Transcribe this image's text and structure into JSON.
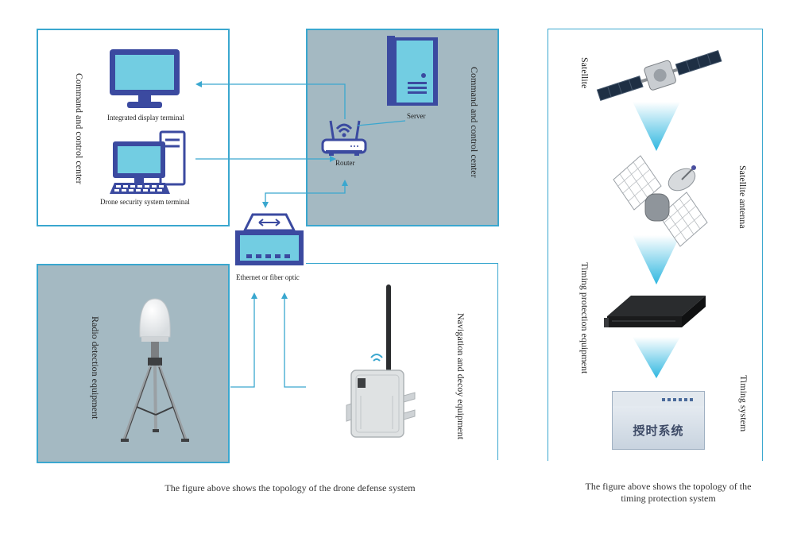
{
  "drone_system": {
    "command_center_left": "Command and control center",
    "command_center_right": "Command and control center",
    "integrated_display_terminal": "Integrated display terminal",
    "drone_security_terminal": "Drone security system terminal",
    "server": "Server",
    "router": "Router",
    "ethernet_fiber": "Ethernet or fiber optic",
    "radio_detection": "Radio detection equipment",
    "navigation_decoy": "Navigation and decoy equipment",
    "caption": "The figure above shows the topology of the drone defense system"
  },
  "timing_system": {
    "satellite": "Satellite",
    "satellite_antenna": "Satellite antenna",
    "timing_protection_equipment": "Timing protection equipment",
    "timing_system": "Timing system",
    "device_screen_text": "授时系统",
    "caption_line1": "The figure above shows the topology of the",
    "caption_line2": "timing protection system"
  },
  "colors": {
    "panel_border": "#3aa7cf",
    "panel_gray": "#a4b9c2",
    "icon_navy": "#3b4aa0",
    "icon_cyan": "#72cde2",
    "line_blue": "#3aa7cf"
  }
}
